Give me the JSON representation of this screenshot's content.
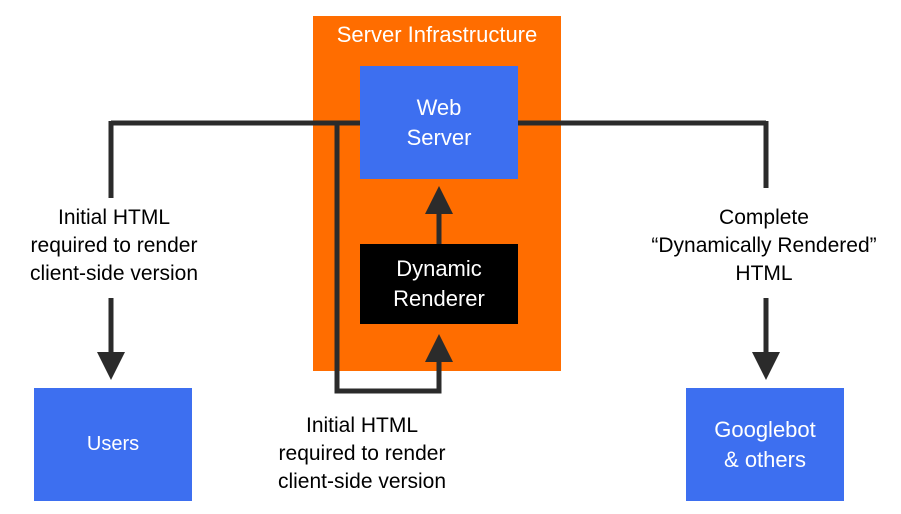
{
  "diagram": {
    "infra_title": "Server Infrastructure",
    "web_server_label": "Web\nServer",
    "renderer_label": "Dynamic\nRenderer",
    "users_label": "Users",
    "googlebot_label": "Googlebot\n& others",
    "left_caption": "Initial HTML\nrequired to render\nclient-side version",
    "bottom_caption": "Initial HTML\nrequired to render\nclient-side version",
    "right_caption": "Complete\n“Dynamically Rendered”\nHTML"
  },
  "colors": {
    "infra": "#ff6d00",
    "node_blue": "#3d6ff0",
    "renderer": "#000000",
    "connector": "#2b2b2b"
  },
  "icons": [
    "arrow-down-icon",
    "arrow-up-icon"
  ]
}
